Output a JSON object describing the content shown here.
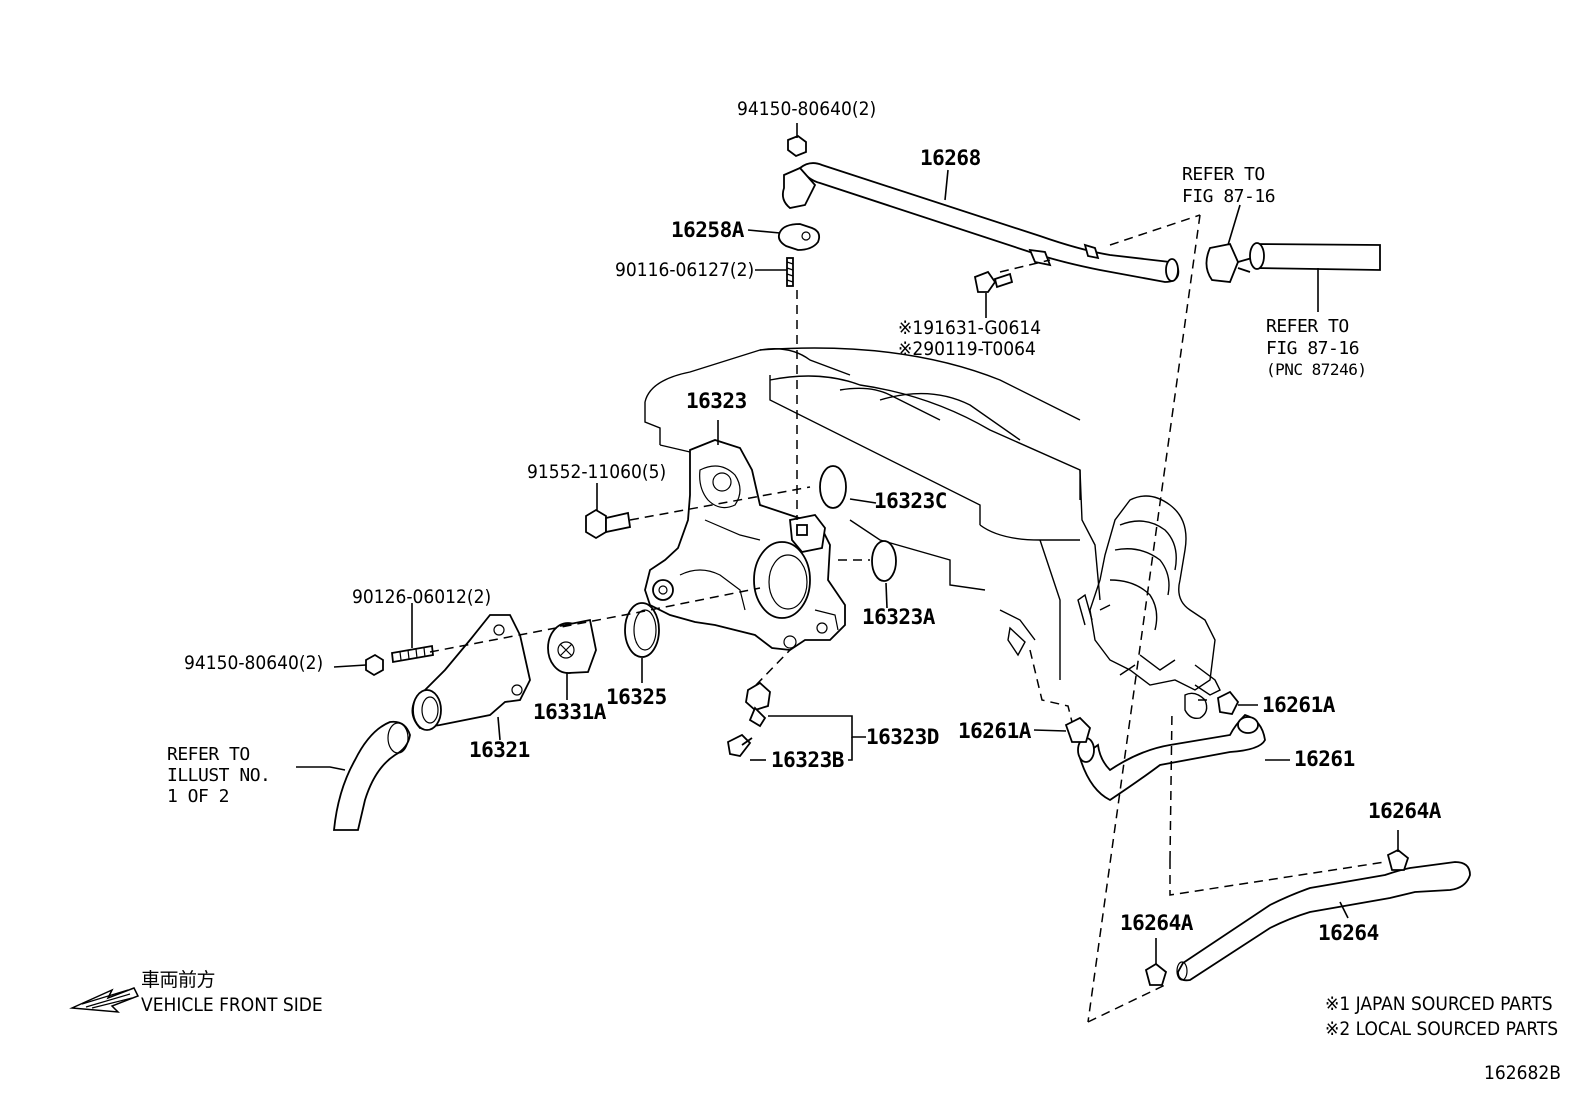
{
  "callouts": {
    "p94150_top": "94150-80640(2)",
    "p16268": "16268",
    "p16258A": "16258A",
    "p90116": "90116-06127(2)",
    "p191631": "※191631-G0614",
    "p290119": "※290119-T0064",
    "p16323": "16323",
    "p91552": "91552-11060(5)",
    "p16323C": "16323C",
    "p16323A": "16323A",
    "p90126": "90126-06012(2)",
    "p94150_left": "94150-80640(2)",
    "p16331A": "16331A",
    "p16325": "16325",
    "p16321": "16321",
    "p16323D": "16323D",
    "p16323B": "16323B",
    "p16261A_left": "16261A",
    "p16261A_right": "16261A",
    "p16261": "16261",
    "p16264A_top": "16264A",
    "p16264A_bottom": "16264A",
    "p16264": "16264"
  },
  "refs": {
    "fig_top_1": "REFER TO",
    "fig_top_2": "FIG 87-16",
    "fig_right_1": "REFER TO",
    "fig_right_2": "FIG 87-16",
    "fig_right_3": "(PNC 87246)",
    "illust_1": "REFER TO",
    "illust_2": "ILLUST NO.",
    "illust_3": "1 OF 2"
  },
  "direction": {
    "japanese": "車両前方",
    "english": "VEHICLE FRONT SIDE",
    "arrow_icon": "left-arrow-icon"
  },
  "notes": {
    "note1": "※1 JAPAN SOURCED PARTS",
    "note2": "※2 LOCAL SOURCED PARTS"
  },
  "figure_id": "162682B"
}
